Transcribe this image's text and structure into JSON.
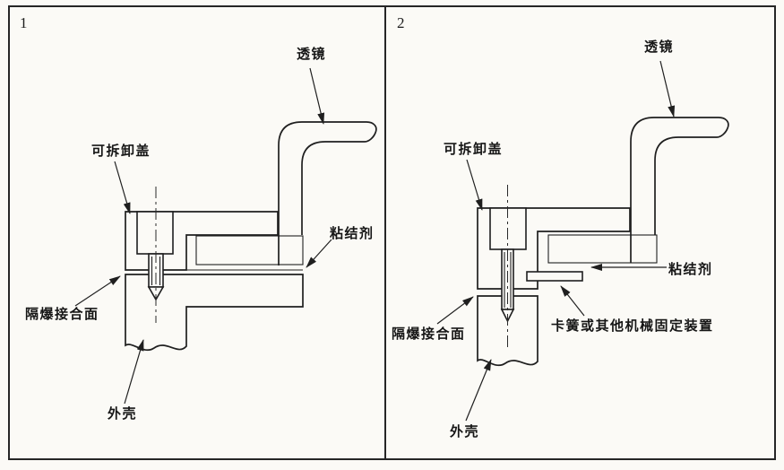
{
  "colors": {
    "ink": "#1f1f1f",
    "paper": "#fbfaf6",
    "frame": "#262626"
  },
  "figure": {
    "panel1": {
      "number": "1",
      "labels": {
        "lens": "透镜",
        "removable_cover": "可拆卸盖",
        "adhesive": "粘结剂",
        "flameproof_joint": "隔爆接合面",
        "enclosure": "外壳"
      }
    },
    "panel2": {
      "number": "2",
      "labels": {
        "lens": "透镜",
        "removable_cover": "可拆卸盖",
        "adhesive": "粘结剂",
        "clip": "卡簧或其他机械固定装置",
        "flameproof_joint": "隔爆接合面",
        "enclosure": "外壳"
      }
    }
  }
}
